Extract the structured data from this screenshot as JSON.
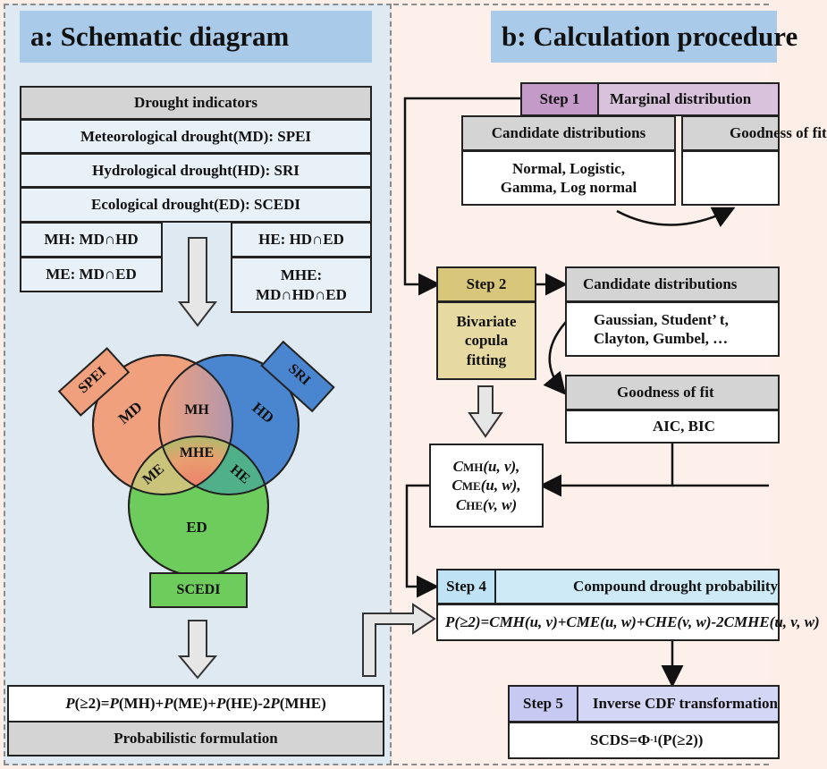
{
  "panel_a": {
    "title": "a: Schematic diagram",
    "indicators_header": "Drought indicators",
    "md_row": "Meteorological drought(MD): SPEI",
    "hd_row": "Hydrological drought(HD): SRI",
    "ed_row": "Ecological drought(ED): SCEDI",
    "mh": "MH: MD∩HD",
    "me": "ME: MD∩ED",
    "he": "HE: HD∩ED",
    "mhe_line1": "MHE:",
    "mhe_line2": "MD∩HD∩ED",
    "venn": {
      "spei_tag": "SPEI",
      "sri_tag": "SRI",
      "scedi_tag": "SCEDI",
      "md": "MD",
      "hd": "HD",
      "ed": "ED",
      "mh": "MH",
      "me": "ME",
      "he": "HE",
      "mhe": "MHE"
    },
    "formula_parts": [
      "P",
      "(≥2)=",
      "P",
      "(MH)+",
      "P",
      "(ME)+",
      "P",
      "(HE)-2",
      "P",
      "(MHE)"
    ],
    "formulation_label": "Probabilistic formulation"
  },
  "panel_b": {
    "title": "b: Calculation procedure",
    "step1_tag": "Step 1",
    "step1_title": "Marginal distribution",
    "cand1_header": "Candidate distributions",
    "cand1_line1": "Normal, Logistic,",
    "cand1_line2": "Gamma, Log normal",
    "good1_header": "Goodness of fit",
    "step2_tag": "Step 2",
    "step2_line1": "Bivariate",
    "step2_line2": "copula",
    "step2_line3": "fitting",
    "cand2_header": "Candidate distributions",
    "cand2_line1": "Gaussian, Student’ t,",
    "cand2_line2": "Clayton, Gumbel, …",
    "good2_header": "Goodness of fit",
    "good2_body": "AIC, BIC",
    "copulas": [
      {
        "c": "C",
        "sub": "MH",
        "args": "(u, v),"
      },
      {
        "c": "C",
        "sub": "ME",
        "args": "(u, w),"
      },
      {
        "c": "C",
        "sub": "HE",
        "args": "(v, w)"
      }
    ],
    "step4_tag": "Step 4",
    "step4_title": "Compound drought probability",
    "step4_formula": "P(≥2)=CMH(u, v)+CME(u, w)+CHE(v, w)-2CMHE(u, v, w)",
    "step5_tag": "Step 5",
    "step5_title": "Inverse CDF transformation",
    "scds_lhs": "SCDS=Φ",
    "scds_sup": "-1",
    "scds_rhs": "(P(≥2))"
  },
  "colors": {
    "md": "#f0a07c",
    "hd": "#4a86d0",
    "ed": "#6dcc5c",
    "step1": "#c49bc8",
    "step2": "#d8c67a",
    "step4": "#bfe3f4",
    "step5": "#c6c9f2"
  }
}
